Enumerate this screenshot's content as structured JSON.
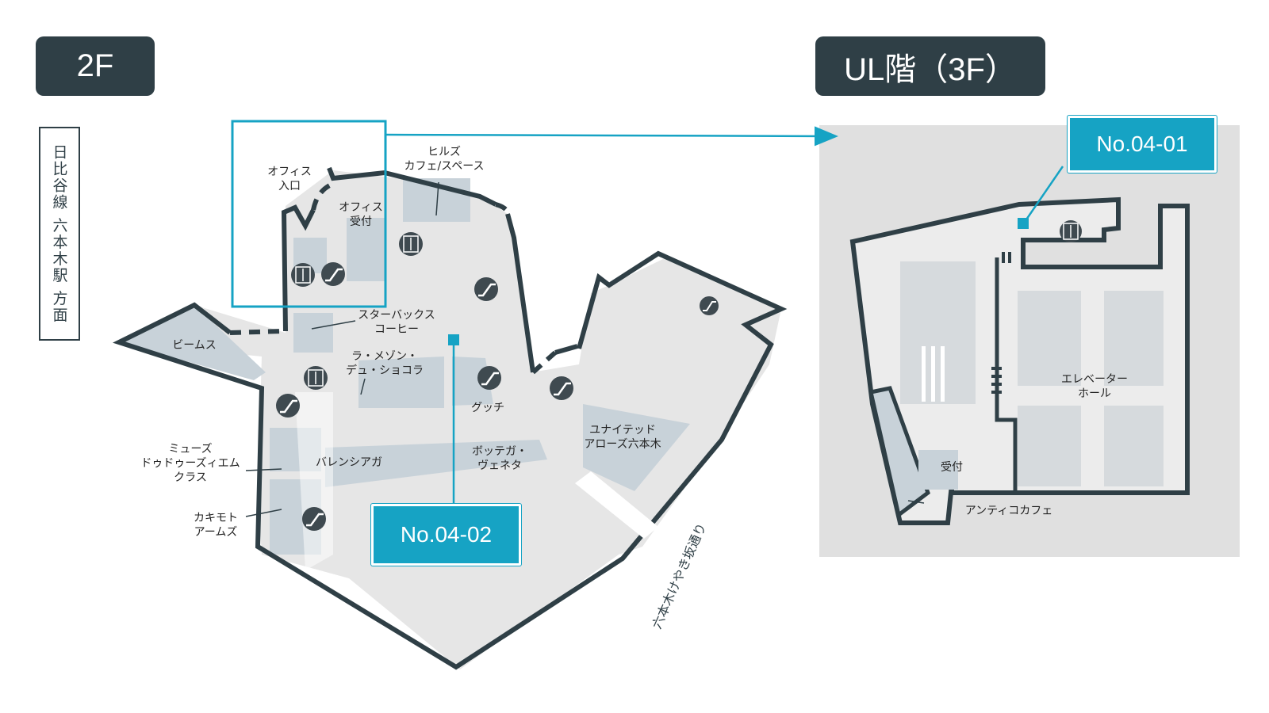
{
  "floors": {
    "left": "2F",
    "right": "UL階（3F）"
  },
  "station_direction": "日比谷線 六本木駅 方面",
  "street": "六本木けやき坂通り",
  "callouts": {
    "left": "No.04-02",
    "right": "No.04-01"
  },
  "labels_2f": {
    "office_entrance": "オフィス\n入口",
    "office_reception": "オフィス\n受付",
    "hills_cafe": "ヒルズ\nカフェ/スペース",
    "beams": "ビームス",
    "starbucks": "スターバックス\nコーヒー",
    "la_maison": "ラ・メゾン・\nデュ・ショコラ",
    "gucci": "グッチ",
    "united_arrows": "ユナイテッド\nアローズ六本木",
    "muse": "ミューズ\nドゥドゥーズィエム\nクラス",
    "balenciaga": "バレンシアガ",
    "bottega": "ボッテガ・\nヴェネタ",
    "kakimoto": "カキモト\nアームズ"
  },
  "labels_3f": {
    "elevator_hall": "エレベーター\nホール",
    "reception": "受付",
    "antico_cafe": "アンティコカフェ"
  },
  "colors": {
    "dark": "#2f3f46",
    "accent": "#16a3c4",
    "floor_fill": "#e8e8e8",
    "shop_fill": "#c8d2d9",
    "panel_bg": "#e0e0e0"
  },
  "icons": [
    "elevator-icon",
    "escalator-icon"
  ]
}
